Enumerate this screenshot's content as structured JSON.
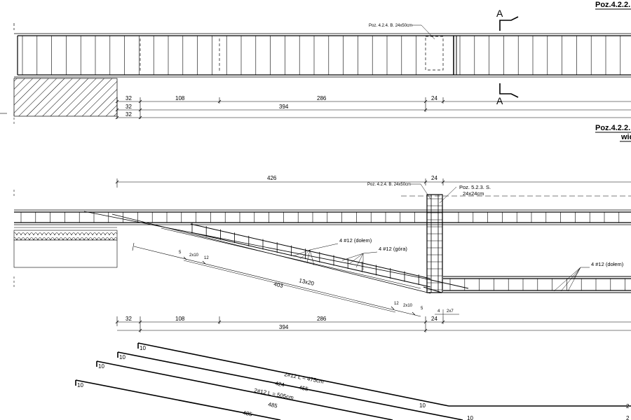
{
  "titles": {
    "top": "Poz.4.2.2.",
    "middle": "Poz.4.2.2.",
    "middle_sub": "wid"
  },
  "section_marks": {
    "upper": "A",
    "lower": "A"
  },
  "plan_view": {
    "beam_label": "Poz. 4.2.4. B. 24x50cm",
    "dims_row1": [
      "32",
      "108",
      "286",
      "24"
    ],
    "dims_row2": [
      "32",
      "394"
    ],
    "dims_row3": [
      "32"
    ]
  },
  "elevation": {
    "overall_dim": "426",
    "column_dim": "24",
    "beam_label": "Poz. 4.2.4. B. 24x50cm",
    "column_label_1": "Poz. 5.2.3. S.",
    "column_label_2": "24x24cm",
    "rebar_bottom": "4 #12 (dołem)",
    "rebar_top": "4 #12 (góra)",
    "rebar_right": "4 #12 (dołem)",
    "stirrup_dims_start": [
      "5",
      "2x10",
      "12"
    ],
    "stirrup_total": "13x20",
    "stirrup_length": "403",
    "stirrup_dims_end": [
      "12",
      "2x10",
      "5"
    ],
    "right_dims": [
      "4",
      "2x7"
    ],
    "dims_row1": [
      "32",
      "108",
      "286",
      "24"
    ],
    "dims_row2": [
      "394"
    ]
  },
  "bars": {
    "hook_1": "10",
    "hook_2": "10",
    "hook_3": "10",
    "hook_4": "10",
    "bar1_label": "2#12   L = 475cm",
    "bar1_len": "455",
    "bar2_len": "424",
    "bar2_label": "2#12   L = 505cm",
    "bar2_inner": "485",
    "bar3_len": "485",
    "end_hook_1": "10",
    "end_hook_2": "10",
    "edge_1": "2",
    "edge_2": "2"
  }
}
